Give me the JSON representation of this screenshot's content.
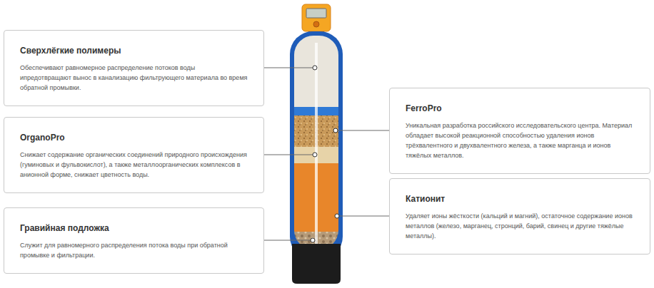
{
  "diagram": {
    "nodes": [
      {
        "text": [
          "Сверхлёгкие полимеры",
          "Обеспечивают равномерное распределение потоков воды ипредотвращают вынос в канализацию фильтрующего материала во время обратной промывки."
        ]
      },
      {
        "text": [
          "OrganoPro",
          "Снижает содержание органических соединений природного происхождения (гуминовых и фульвокислот), а также металлоорганических комплексов в анионной форме, снижает цветность воды."
        ]
      },
      {
        "text": [
          "Гравийная подложка",
          "Служит для равномерного распределения потока воды при обратной промывке и фильтрации."
        ]
      },
      {
        "text": [
          "FerroPro",
          "Уникальная разработка российского исследовательского центра. Материал обладает высокой реакционной способностью удаления ионов трёхвалентного и двухвалентного железа, а также марганца и ионов тяжёлых металлов."
        ]
      },
      {
        "text": [
          "Катионит",
          "Удаляет ионы жёсткости (кальций и магний), остаточное содержание ионов металлов (железо, марганец, стронций, барий, свинец и другие тяжёлые металлы)."
        ]
      }
    ]
  }
}
